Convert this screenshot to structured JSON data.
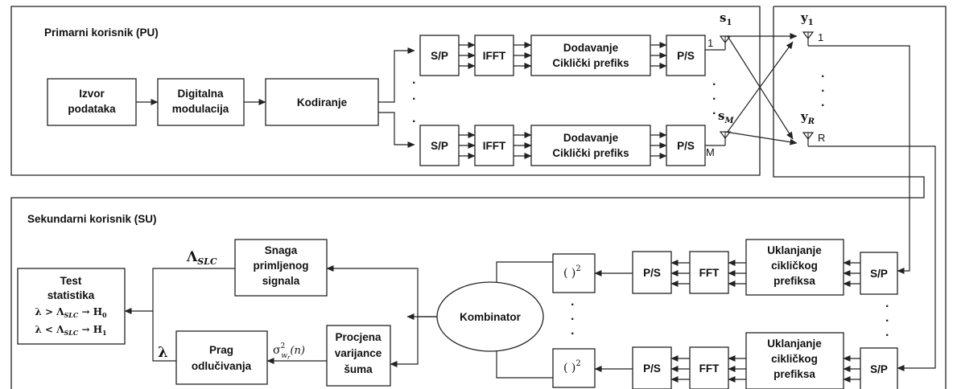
{
  "sections": {
    "pu_title": "Primarni korisnik (PU)",
    "su_title": "Sekundarni korisnik (SU)"
  },
  "pu": {
    "source": [
      "Izvor",
      "podataka"
    ],
    "modulation": [
      "Digitalna",
      "modulacija"
    ],
    "coding": "Kodiranje",
    "sp": "S/P",
    "ifft": "IFFT",
    "cp_add": [
      "Dodavanje",
      "Ciklički prefiks"
    ],
    "ps": "P/S",
    "branch_first_index": "1",
    "branch_last_index": "M",
    "antenna_first": {
      "base": "s",
      "sub": "1"
    },
    "antenna_last": {
      "base": "s",
      "sub": "M"
    }
  },
  "channel": {
    "rx_first": {
      "base": "y",
      "sub": "1"
    },
    "rx_last": {
      "base": "y",
      "sub": "R"
    },
    "rx_first_index": "1",
    "rx_last_index": "R"
  },
  "su": {
    "sp": "S/P",
    "cp_remove": [
      "Uklanjanje",
      "cikličkog",
      "prefiksa"
    ],
    "fft": "FFT",
    "ps": "P/S",
    "square": "( )",
    "square_exp": "2",
    "combiner": "Kombinator",
    "power": [
      "Snaga",
      "primljenog",
      "signala"
    ],
    "noise": [
      "Procjena",
      "varijance",
      "šuma"
    ],
    "threshold": [
      "Prag",
      "odlučivanja"
    ],
    "test": {
      "lines": [
        "Test",
        "statistika"
      ],
      "rule1": "λ > Λ",
      "rule1_sub": "SLC",
      "rule1_tail": " → H",
      "rule1_h": "0",
      "rule2": "λ < Λ",
      "rule2_sub": "SLC",
      "rule2_tail": " → H",
      "rule2_h": "1"
    },
    "lambda_slc": {
      "base": "Λ",
      "sub": "SLC"
    },
    "lambda": "λ",
    "sigma": {
      "base": "σ",
      "sup": "2",
      "sub": "w",
      "subsub": "r",
      "arg": "(n)"
    }
  }
}
